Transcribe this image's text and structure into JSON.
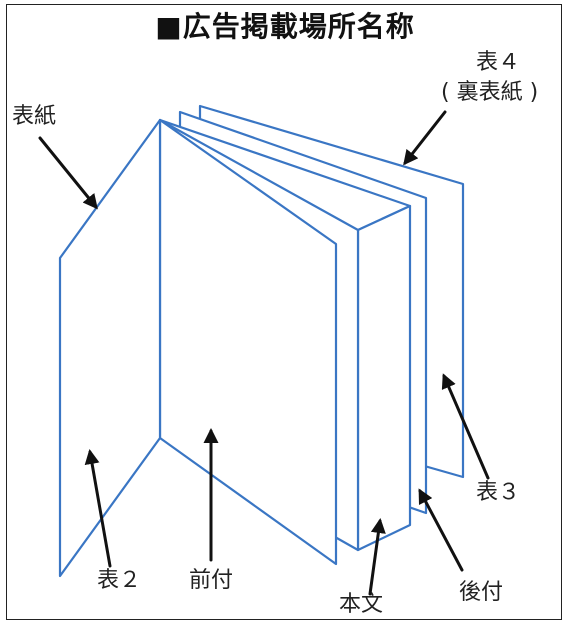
{
  "title": "■広告掲載場所名称",
  "labels": {
    "cover": "表紙",
    "cover4_line1": "表４",
    "cover4_line2": "( 裏表紙 )",
    "cover2": "表２",
    "front_matter": "前付",
    "body_text": "本文",
    "cover3": "表３",
    "back_matter": "後付"
  },
  "colors": {
    "outline": "#3a76c4",
    "arrow": "#111111",
    "text": "#222222"
  }
}
